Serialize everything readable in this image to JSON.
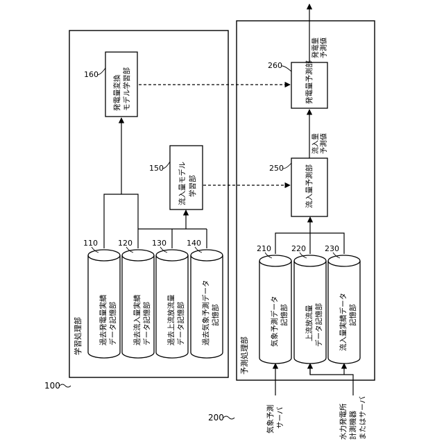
{
  "diagram": {
    "system_100": {
      "ref": "100"
    },
    "system_200": {
      "ref": "200"
    },
    "learning_unit": {
      "label": "学習処理部"
    },
    "prediction_unit": {
      "label": "予測処理部"
    },
    "db_110": {
      "ref": "110",
      "lines": [
        "過去発電量実績",
        "データ記憶部"
      ]
    },
    "db_120": {
      "ref": "120",
      "lines": [
        "過去流入量実績",
        "データ記憶部"
      ]
    },
    "db_130": {
      "ref": "130",
      "lines": [
        "過去上流放流量",
        "データ記憶部"
      ]
    },
    "db_140": {
      "ref": "140",
      "lines": [
        "過去気象予測データ",
        "記憶部"
      ]
    },
    "box_150": {
      "ref": "150",
      "lines": [
        "流入量モデル",
        "学習部"
      ]
    },
    "box_160": {
      "ref": "160",
      "lines": [
        "発電量変換",
        "モデル学習部"
      ]
    },
    "db_210": {
      "ref": "210",
      "lines": [
        "気象予測データ",
        "記憶部"
      ]
    },
    "db_220": {
      "ref": "220",
      "lines": [
        "上流放流量",
        "データ記憶部"
      ]
    },
    "db_230": {
      "ref": "230",
      "lines": [
        "流入量実績データ",
        "記憶部"
      ]
    },
    "box_250": {
      "ref": "250",
      "lines": [
        "流入量予測部"
      ]
    },
    "box_260": {
      "ref": "260",
      "lines": [
        "発電量予測部"
      ]
    },
    "inflow_forecast": {
      "lines": [
        "流入量",
        "予測値"
      ]
    },
    "power_forecast": {
      "lines": [
        "発電量",
        "予測値"
      ]
    },
    "weather_server": {
      "lines": [
        "気象予測",
        "サーバ"
      ]
    },
    "hydro_server": {
      "lines": [
        "水力発電所",
        "計測機器",
        "またはサーバ"
      ]
    }
  }
}
